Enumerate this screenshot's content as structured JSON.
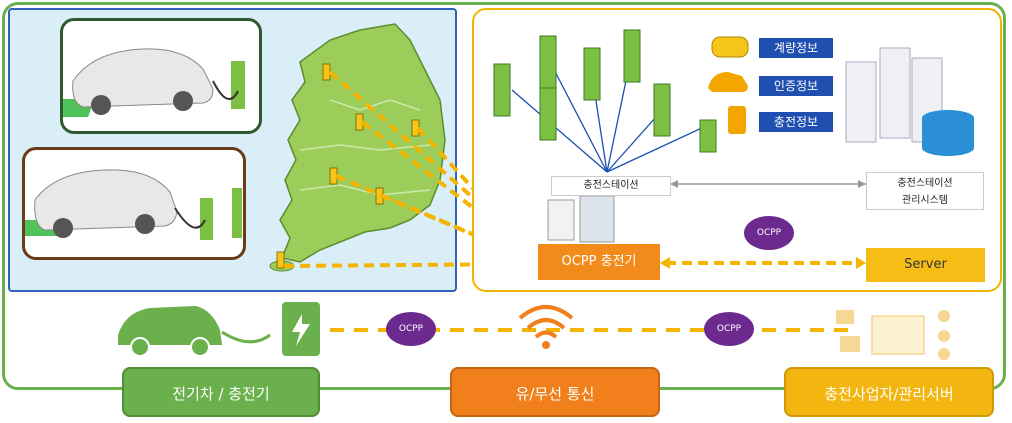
{
  "system": {
    "info_labels": [
      "계량정보",
      "인증정보",
      "충전정보"
    ],
    "charging_station": "충전스테이션",
    "cms_line1": "충전스테이션",
    "cms_line2": "관리시스템",
    "ocpp_charger": "OCPP 충전기",
    "server": "Server",
    "ocpp_badge": "OCPP"
  },
  "bottom": {
    "ev_charger": "전기차 / 충전기",
    "communication": "유/무선 통신",
    "operator_server": "충전사업자/관리서버",
    "ocpp_badge": "OCPP"
  },
  "colors": {
    "green": "#6ab04c",
    "orange": "#f28a1c",
    "yellow": "#f6bd16",
    "blue": "#2f63b7",
    "purple": "#6c2a8e"
  }
}
